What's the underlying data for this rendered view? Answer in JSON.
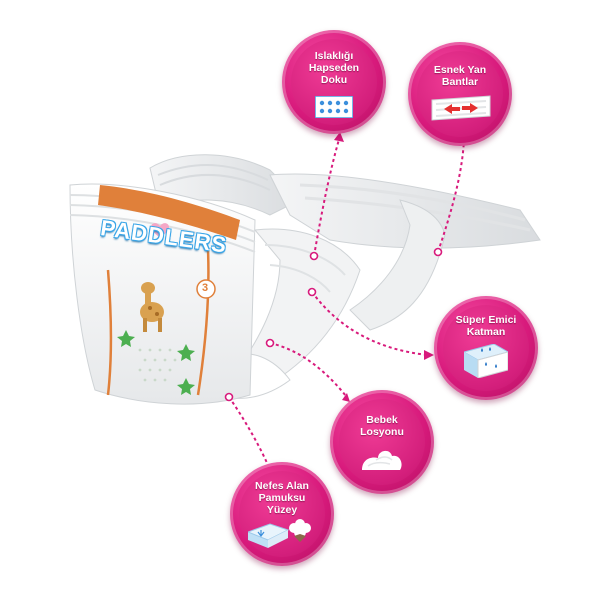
{
  "brand": {
    "logo_text": "PADDLERS",
    "size_number": "3"
  },
  "features": [
    {
      "id": "wetness",
      "label": "Islaklığı\nHapseden\nDoku",
      "icon": "absorbent-grid-icon"
    },
    {
      "id": "elastic",
      "label": "Esnek Yan\nBantlar",
      "icon": "stretch-arrows-icon"
    },
    {
      "id": "absorbent",
      "label": "Süper Emici\nKatman",
      "icon": "absorbent-layer-icon"
    },
    {
      "id": "lotion",
      "label": "Bebek\nLosyonu",
      "icon": "lotion-cream-icon"
    },
    {
      "id": "cotton",
      "label": "Nefes Alan\nPamuksu\nYüzey",
      "icon": "cotton-flower-icon"
    }
  ],
  "colors": {
    "accent": "#d81a7c",
    "diaper_band": "#e0803a",
    "logo_blue": "#3aa6e8"
  }
}
